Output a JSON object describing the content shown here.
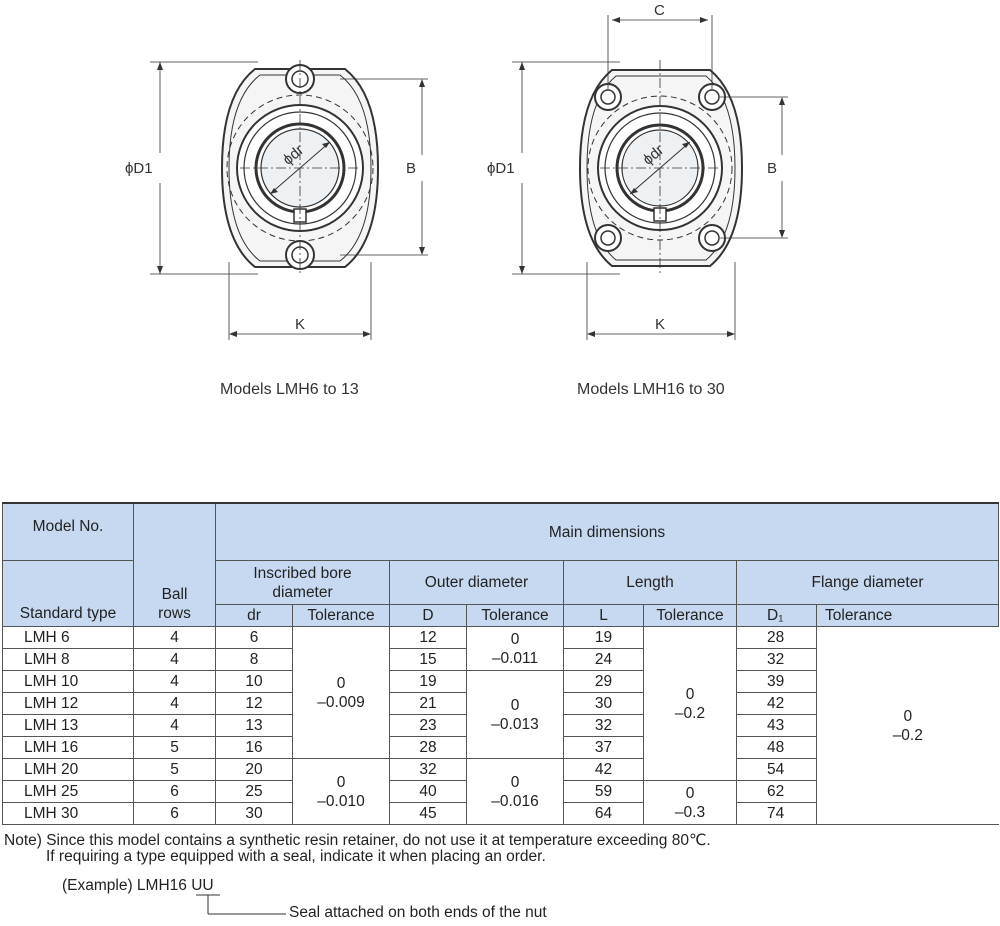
{
  "drawing": {
    "left_caption": "Models LMH6 to 13",
    "right_caption": "Models LMH16 to 30",
    "labels": {
      "d1_left": "ϕD1",
      "d1_right": "ϕD1",
      "dr_left": "ϕdr",
      "dr_right": "ϕdr",
      "b_left": "B",
      "b_right": "B",
      "k_left": "K",
      "k_right": "K",
      "c_right": "C"
    }
  },
  "table": {
    "headers": {
      "model_no": "Model No.",
      "standard_type": "Standard type",
      "ball_rows": "Ball rows",
      "main_dimensions": "Main dimensions",
      "bore": "Inscribed bore diameter",
      "outer": "Outer diameter",
      "length": "Length",
      "flange": "Flange diameter",
      "dr": "dr",
      "D": "D",
      "L": "L",
      "D1": "D₁",
      "tolerance": "Tolerance"
    },
    "rows": [
      {
        "model": "LMH 6",
        "ball": "4",
        "dr": "6",
        "D": "12",
        "L": "19",
        "D1": "28"
      },
      {
        "model": "LMH 8",
        "ball": "4",
        "dr": "8",
        "D": "15",
        "L": "24",
        "D1": "32"
      },
      {
        "model": "LMH 10",
        "ball": "4",
        "dr": "10",
        "D": "19",
        "L": "29",
        "D1": "39"
      },
      {
        "model": "LMH 12",
        "ball": "4",
        "dr": "12",
        "D": "21",
        "L": "30",
        "D1": "42"
      },
      {
        "model": "LMH 13",
        "ball": "4",
        "dr": "13",
        "D": "23",
        "L": "32",
        "D1": "43"
      },
      {
        "model": "LMH 16",
        "ball": "5",
        "dr": "16",
        "D": "28",
        "L": "37",
        "D1": "48"
      },
      {
        "model": "LMH 20",
        "ball": "5",
        "dr": "20",
        "D": "32",
        "L": "42",
        "D1": "54"
      },
      {
        "model": "LMH 25",
        "ball": "6",
        "dr": "25",
        "D": "40",
        "L": "59",
        "D1": "62"
      },
      {
        "model": "LMH 30",
        "ball": "6",
        "dr": "30",
        "D": "45",
        "L": "64",
        "D1": "74"
      }
    ],
    "tolerances": {
      "bore_a_top": "0",
      "bore_a_bottom": "–0.009",
      "bore_b_top": "0",
      "bore_b_bottom": "–0.010",
      "outer_a_top": "0",
      "outer_a_bottom": "–0.011",
      "outer_b_top": "0",
      "outer_b_bottom": "–0.013",
      "outer_c_top": "0",
      "outer_c_bottom": "–0.016",
      "length_a_top": "0",
      "length_a_bottom": "–0.2",
      "length_b_top": "0",
      "length_b_bottom": "–0.3",
      "flange_top": "0",
      "flange_bottom": "–0.2"
    }
  },
  "notes": {
    "line1": "Note) Since this model contains a synthetic resin retainer, do not use it at temperature exceeding 80℃.",
    "line2": "If requiring a type equipped with a seal, indicate it when placing an order.",
    "example_prefix": "(Example) LMH16 ",
    "example_suffix": "UU",
    "seal_label": "Seal attached on both ends of the nut"
  }
}
